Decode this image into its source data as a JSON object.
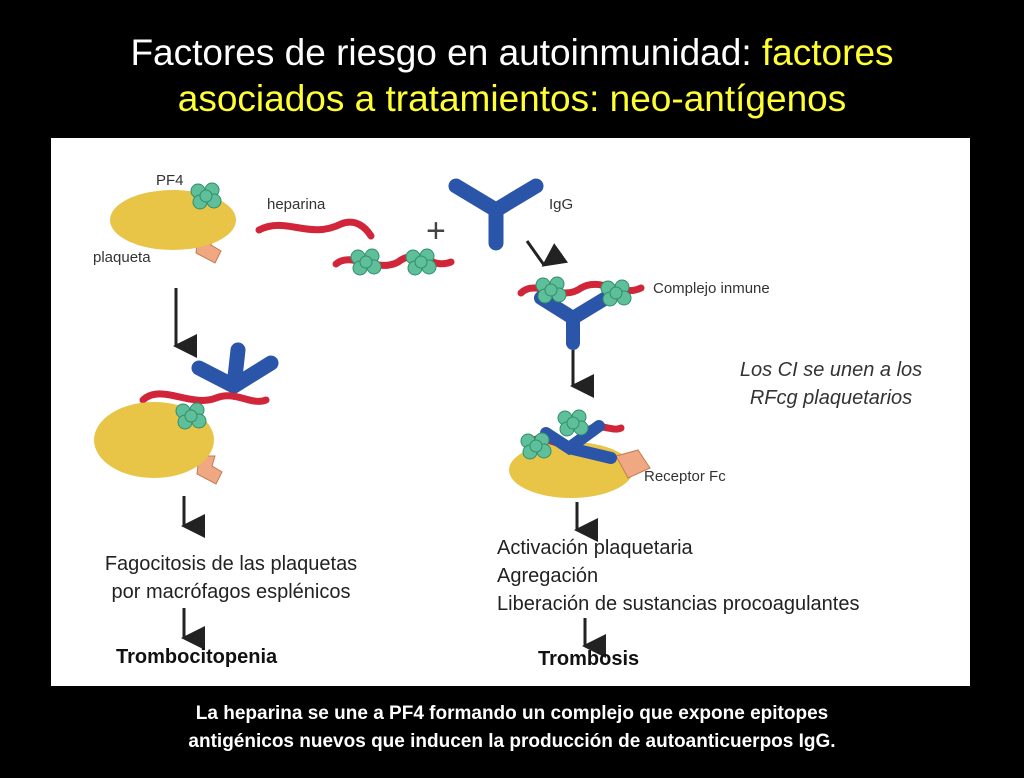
{
  "title": {
    "part1": "Factores de riesgo en autoinmunidad: ",
    "part2": "factores",
    "line2": "asociados a tratamientos: neo-antígenos"
  },
  "labels": {
    "pf4": "PF4",
    "heparina": "heparina",
    "igg": "IgG",
    "plaqueta": "plaqueta",
    "plus": "+",
    "complejo": "Complejo inmune",
    "ci_line1": "Los CI se unen a los",
    "ci_line2": "RFcg plaquetarios",
    "receptor": "Receptor Fc"
  },
  "left_outcome": {
    "line1": "Fagocitosis de las plaquetas",
    "line2": "por macrófagos esplénicos",
    "result": "Trombocitopenia"
  },
  "right_outcome": {
    "line1": "Activación plaquetaria",
    "line2": "Agregación",
    "line3": "Liberación de sustancias procoagulantes",
    "result": "Trombosis"
  },
  "caption": {
    "line1": "La heparina se une a PF4 formando un complejo que expone epitopes",
    "line2": "antigénicos nuevos que inducen la producción de autoanticuerpos IgG."
  },
  "colors": {
    "platelet": "#e8c447",
    "pf4": "#5fbf9a",
    "heparin": "#d1263a",
    "igg": "#2a55a8",
    "receptor": "#f0a882"
  }
}
